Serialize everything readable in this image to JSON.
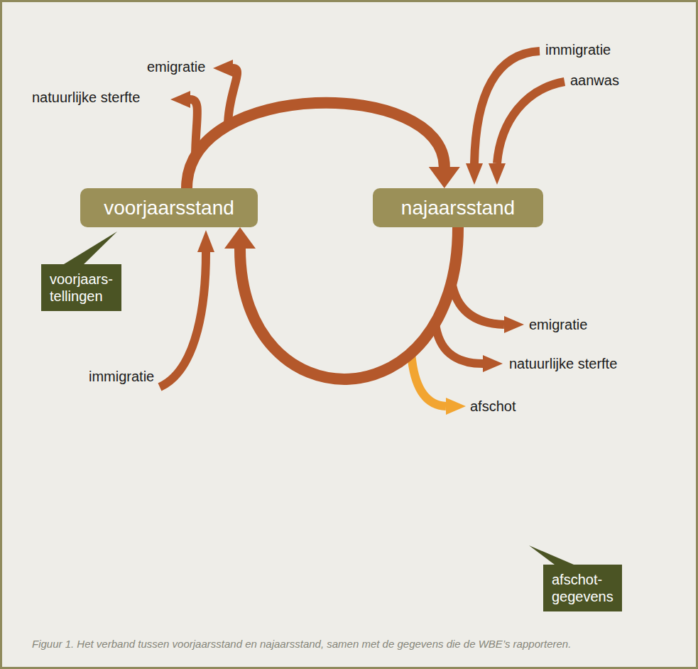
{
  "diagram": {
    "caption": "Figuur 1. Het verband tussen voorjaarsstand en najaarsstand, samen met de gegevens die de WBE’s rapporteren.",
    "nodes": [
      {
        "text": [
          "voorjaarsstand"
        ]
      },
      {
        "text": [
          "najaarsstand"
        ]
      },
      {
        "text": [
          "voorjaars- tellingen"
        ]
      },
      {
        "text": [
          "afschot- gegevens"
        ]
      }
    ],
    "edges": [
      {
        "from": 0,
        "to": 1,
        "arrow": "to"
      },
      {
        "from": 1,
        "to": 0,
        "arrow": "to"
      }
    ],
    "labels": [
      "emigratie",
      "natuurlijke sterfte",
      "immigratie",
      "aanwas",
      "emigratie",
      "natuurlijke sterfte",
      "afschot",
      "immigratie"
    ]
  }
}
